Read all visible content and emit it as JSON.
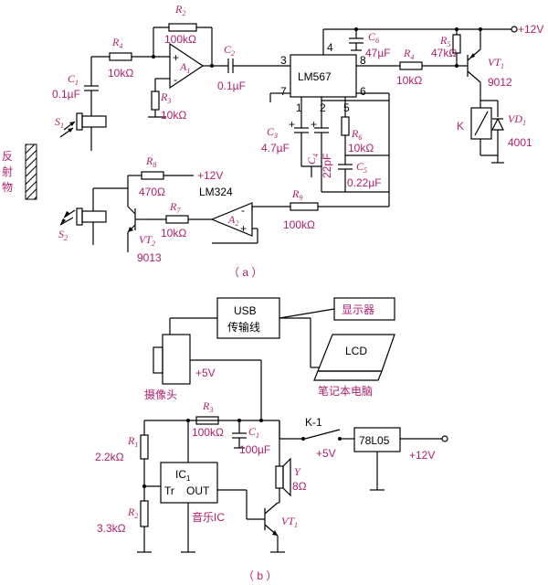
{
  "reflector": {
    "label_chars": [
      "反",
      "射",
      "物"
    ]
  },
  "circuit_a": {
    "R2": {
      "name": "R",
      "sub": "2",
      "value": "100kΩ"
    },
    "R4a": {
      "name": "R",
      "sub": "4",
      "value": "10kΩ"
    },
    "R3": {
      "name": "R",
      "sub": "3",
      "value": "10kΩ"
    },
    "A1": {
      "name": "A",
      "sub": "1"
    },
    "C1": {
      "name": "C",
      "sub": "1",
      "value": "0.1µF"
    },
    "C2": {
      "name": "C",
      "sub": "2",
      "value": "0.1µF"
    },
    "S1": {
      "name": "S",
      "sub": "1"
    },
    "ic_lm567": "LM567",
    "pins": {
      "p1": "1",
      "p2": "2",
      "p3": "3",
      "p4": "4",
      "p5": "5",
      "p6": "6",
      "p7": "7",
      "p8": "8"
    },
    "C6": {
      "name": "C",
      "sub": "6",
      "value": "47µF"
    },
    "R4b": {
      "name": "R",
      "sub": "4",
      "value": "10kΩ"
    },
    "R5": {
      "name": "R",
      "sub": "5",
      "value": "47kΩ"
    },
    "VT1": {
      "name": "VT",
      "sub": "1",
      "type": "9012"
    },
    "supply": "+12V",
    "K": "K",
    "VD1": {
      "name": "VD",
      "sub": "1",
      "type": "4001"
    },
    "C3": {
      "name": "C",
      "sub": "3",
      "value": "4.7µF"
    },
    "C4": {
      "name": "C",
      "sub": "4",
      "value": "22pF"
    },
    "R6": {
      "name": "R",
      "sub": "6",
      "value": "10kΩ"
    },
    "C5": {
      "name": "C",
      "sub": "5",
      "value": "0.22µF"
    },
    "R8": {
      "name": "R",
      "sub": "8",
      "value": "470Ω"
    },
    "supply2": "+12V",
    "ic_lm324": "LM324",
    "A2": {
      "name": "A",
      "sub": "2"
    },
    "R7": {
      "name": "R",
      "sub": "7",
      "value": "10kΩ"
    },
    "R9": {
      "name": "R",
      "sub": "9",
      "value": "100kΩ"
    },
    "S2": {
      "name": "S",
      "sub": "2"
    },
    "VT2": {
      "name": "VT",
      "sub": "2",
      "type": "9013"
    },
    "caption": "（ a ）"
  },
  "circuit_b": {
    "usb": [
      "USB",
      "传输线"
    ],
    "display": "显示器",
    "lcd": "LCD",
    "laptop": "笔记本电脑",
    "camera": "摄像头",
    "v5_top": "+5V",
    "R3": {
      "name": "R",
      "sub": "3",
      "value": "100kΩ"
    },
    "C1": {
      "name": "C",
      "sub": "1",
      "value": "100µF"
    },
    "K1": "K-1",
    "v5_mid": "+5V",
    "reg": "78L05",
    "supply": "+12V",
    "R1": {
      "name": "R",
      "sub": "1",
      "value": "2.2kΩ"
    },
    "R2": {
      "name": "R",
      "sub": "2",
      "value": "3.3kΩ"
    },
    "IC1": {
      "name": "IC",
      "sub": "1",
      "tr": "Tr",
      "out": "OUT"
    },
    "music_ic": "音乐IC",
    "Y": {
      "name": "Y",
      "value": "8Ω"
    },
    "VT1": {
      "name": "VT",
      "sub": "1"
    },
    "caption": "（ b ）"
  }
}
